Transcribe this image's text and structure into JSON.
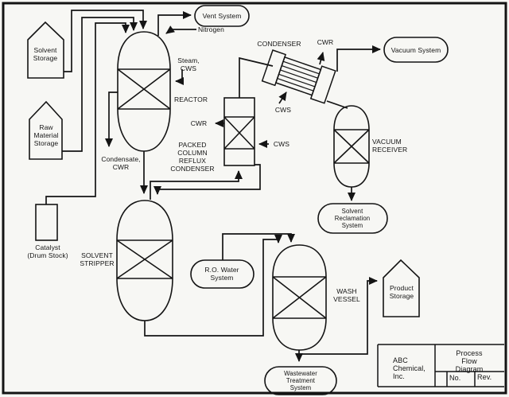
{
  "diagram": {
    "storage": {
      "solvent": "Solvent\nStorage",
      "raw_material": "Raw\nMaterial\nStorage",
      "catalyst": "Catalyst\n(Drum Stock)",
      "product": "Product\nStorage"
    },
    "equipment": {
      "reactor": "REACTOR",
      "condenser": "CONDENSER",
      "packed_column": "PACKED\nCOLUMN\nREFLUX\nCONDENSER",
      "vacuum_receiver": "VACUUM\nRECEIVER",
      "solvent_stripper": "SOLVENT\nSTRIPPER",
      "wash_vessel": "WASH\nVESSEL"
    },
    "systems": {
      "vent": "Vent System",
      "vacuum": "Vacuum System",
      "solvent_reclamation": "Solvent\nReclamation\nSystem",
      "ro_water": "R.O. Water\nSystem",
      "wastewater": "Wastewater\nTreatment\nSystem"
    },
    "streams": {
      "nitrogen": "Nitrogen",
      "steam_cws": "Steam,\nCWS",
      "condensate_cwr": "Condensate,\nCWR",
      "cwr_packed": "CWR",
      "cws_packed": "CWS",
      "cws_condenser": "CWS",
      "cwr_condenser": "CWR"
    },
    "title_block": {
      "company": "ABC\nChemical,\nInc.",
      "document": "Process Flow\nDiagram",
      "no": "No.",
      "rev": "Rev."
    },
    "colors": {
      "ink": "#141414",
      "paper": "#f7f7f4"
    }
  }
}
